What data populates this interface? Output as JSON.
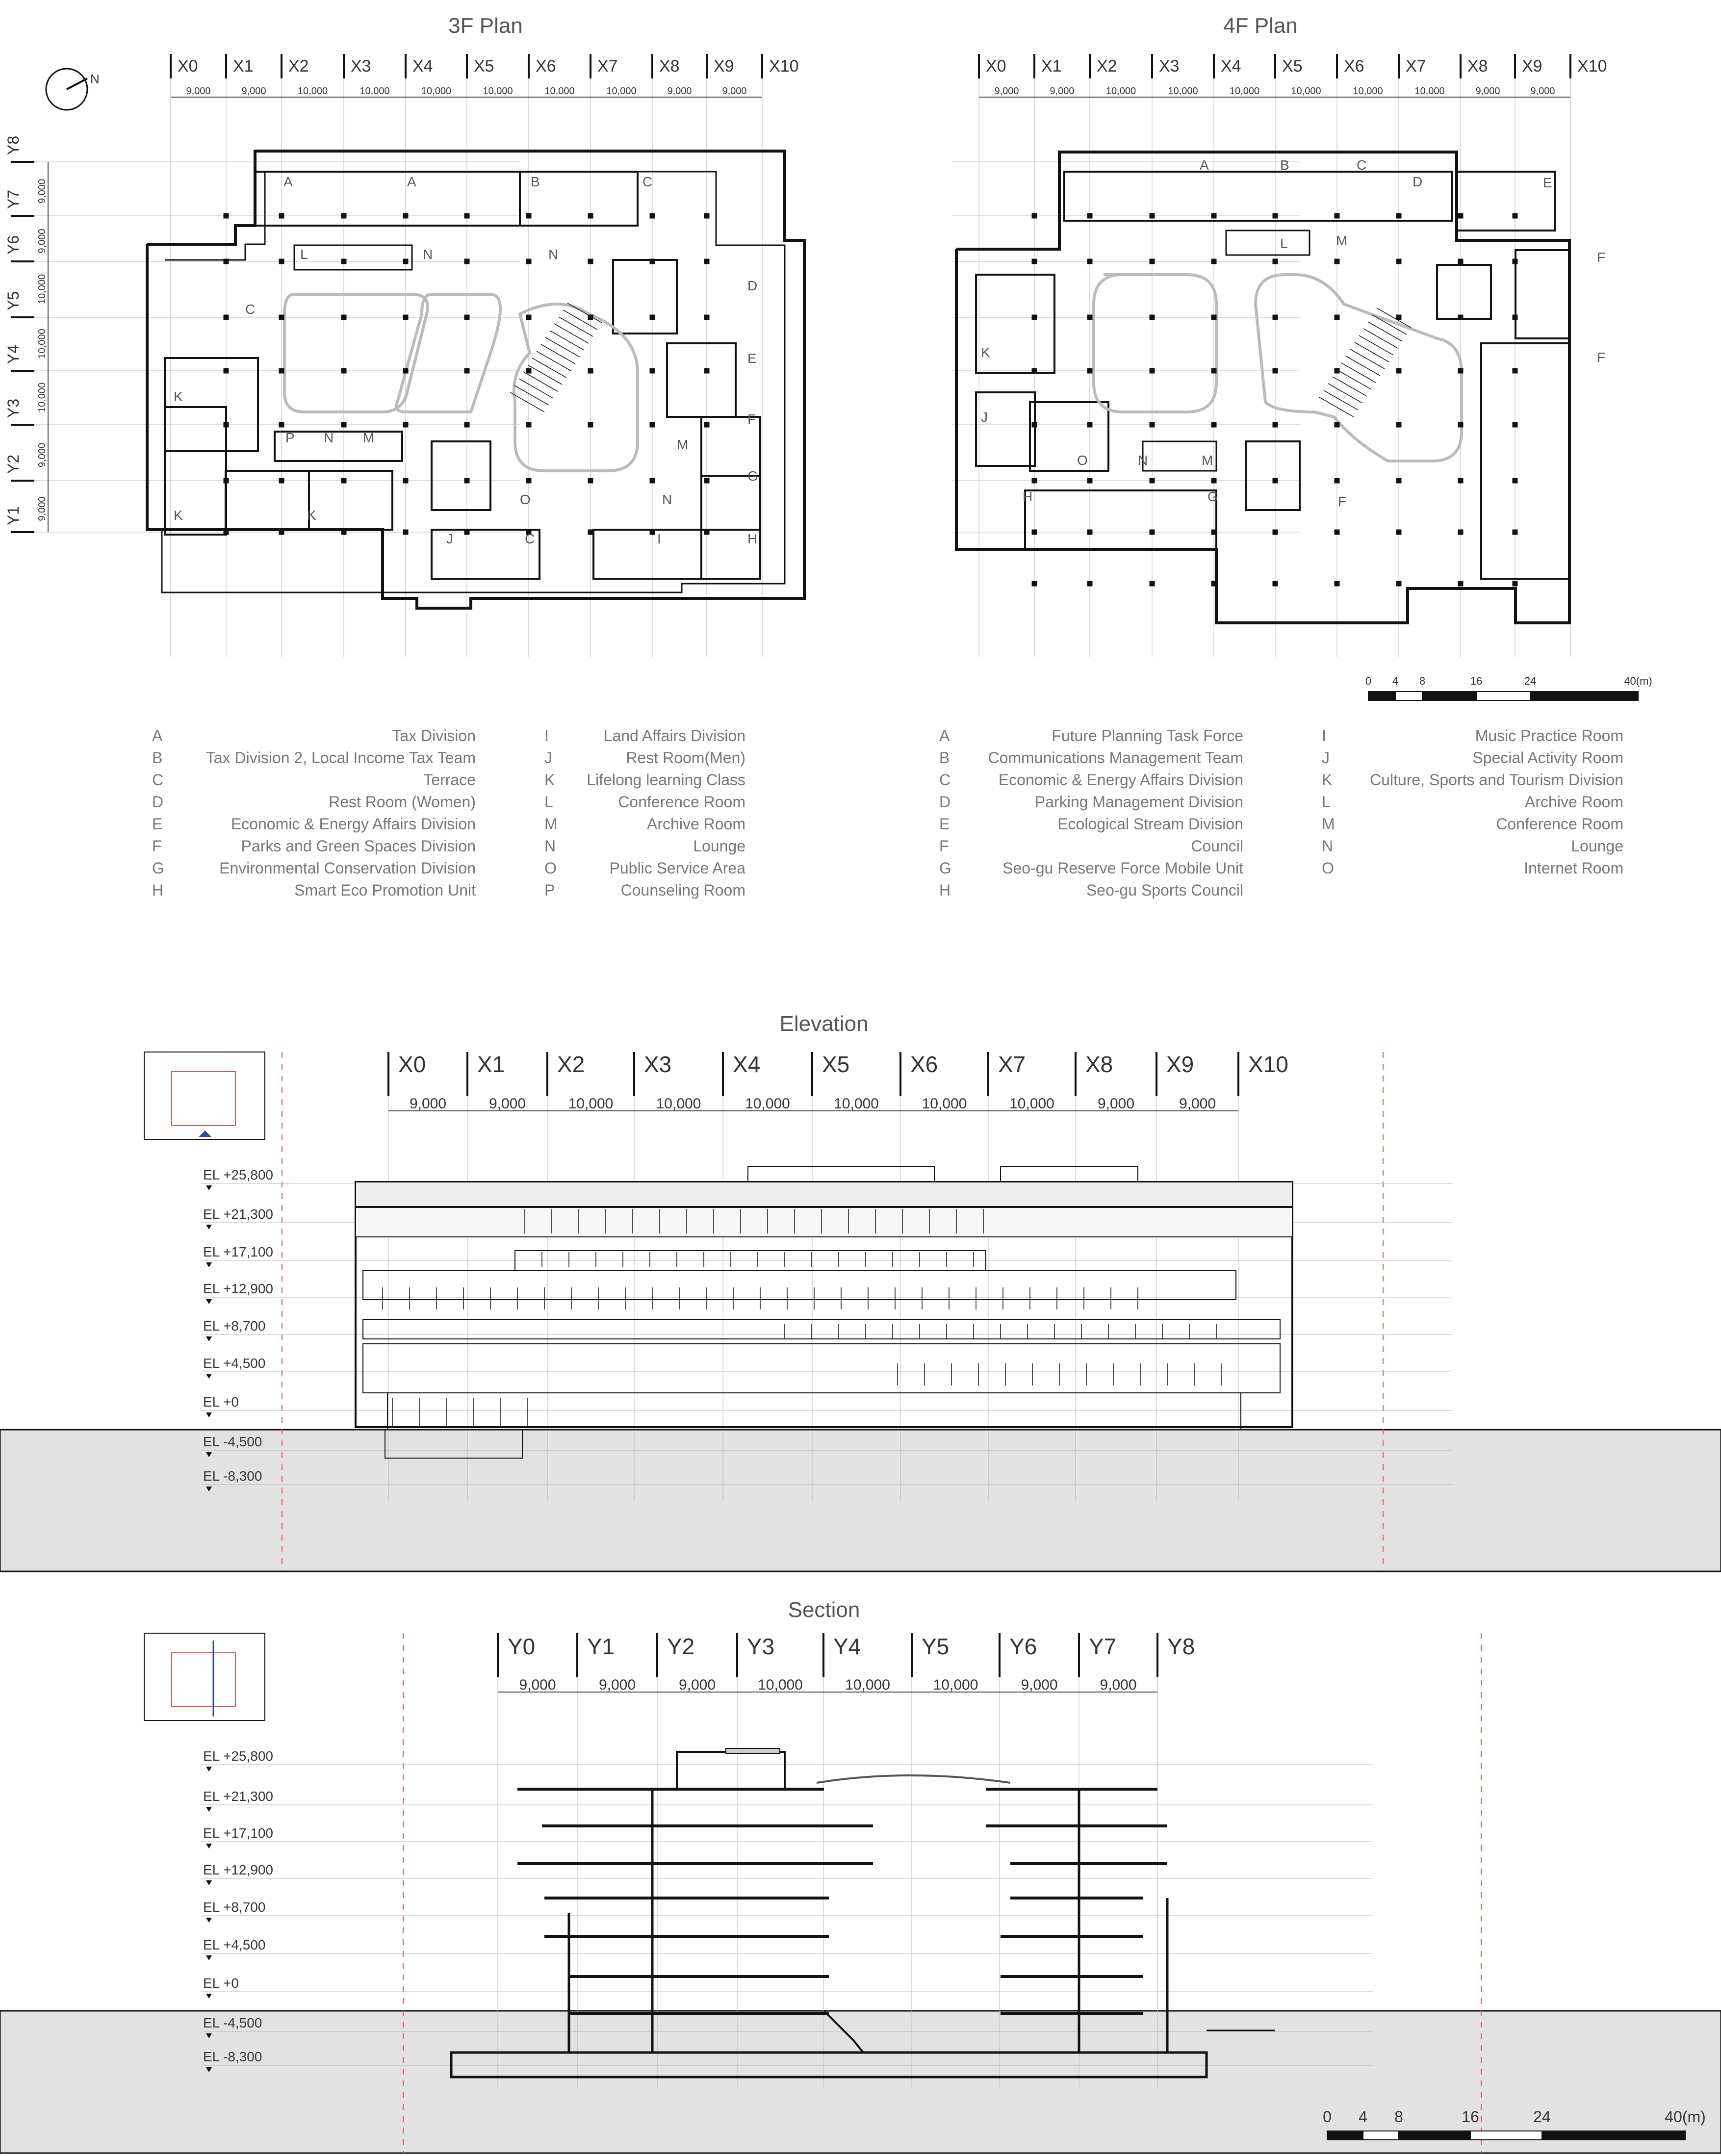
{
  "plans": {
    "plan_3f": {
      "title": "3F Plan"
    },
    "plan_4f": {
      "title": "4F Plan"
    },
    "x_axes": [
      "X0",
      "X1",
      "X2",
      "X3",
      "X4",
      "X5",
      "X6",
      "X7",
      "X8",
      "X9",
      "X10"
    ],
    "x_dims": [
      "9,000",
      "9,000",
      "10,000",
      "10,000",
      "10,000",
      "10,000",
      "10,000",
      "10,000",
      "9,000",
      "9,000"
    ],
    "y_axes": [
      "Y8",
      "Y7",
      "Y6",
      "Y5",
      "Y4",
      "Y3",
      "Y2",
      "Y1"
    ],
    "y_dims": [
      "9,000",
      "9,000",
      "10,000",
      "10,000",
      "10,000",
      "9,000",
      "9,000"
    ],
    "north_label": "N",
    "scale": {
      "ticks": [
        "0",
        "4",
        "8",
        "16",
        "24",
        "40(m)"
      ]
    }
  },
  "legend_3f_left": [
    {
      "k": "A",
      "v": "Tax Division"
    },
    {
      "k": "B",
      "v": "Tax Division 2, Local Income Tax Team"
    },
    {
      "k": "C",
      "v": "Terrace"
    },
    {
      "k": "D",
      "v": "Rest Room (Women)"
    },
    {
      "k": "E",
      "v": "Economic & Energy Affairs Division"
    },
    {
      "k": "F",
      "v": "Parks and Green Spaces Division"
    },
    {
      "k": "G",
      "v": "Environmental Conservation Division"
    },
    {
      "k": "H",
      "v": "Smart Eco Promotion Unit"
    }
  ],
  "legend_3f_right": [
    {
      "k": "I",
      "v": "Land Affairs Division"
    },
    {
      "k": "J",
      "v": "Rest Room(Men)"
    },
    {
      "k": "K",
      "v": "Lifelong learning Class"
    },
    {
      "k": "L",
      "v": "Conference Room"
    },
    {
      "k": "M",
      "v": "Archive Room"
    },
    {
      "k": "N",
      "v": "Lounge"
    },
    {
      "k": "O",
      "v": "Public Service Area"
    },
    {
      "k": "P",
      "v": "Counseling Room"
    }
  ],
  "legend_4f_left": [
    {
      "k": "A",
      "v": "Future Planning Task Force"
    },
    {
      "k": "B",
      "v": "Communications Management Team"
    },
    {
      "k": "C",
      "v": "Economic & Energy Affairs Division"
    },
    {
      "k": "D",
      "v": "Parking Management Division"
    },
    {
      "k": "E",
      "v": "Ecological Stream Division"
    },
    {
      "k": "F",
      "v": "Council"
    },
    {
      "k": "G",
      "v": "Seo-gu Reserve Force Mobile Unit"
    },
    {
      "k": "H",
      "v": "Seo-gu Sports Council"
    }
  ],
  "legend_4f_right": [
    {
      "k": "I",
      "v": "Music Practice Room"
    },
    {
      "k": "J",
      "v": "Special Activity Room"
    },
    {
      "k": "K",
      "v": "Culture, Sports and Tourism Division"
    },
    {
      "k": "L",
      "v": "Archive Room"
    },
    {
      "k": "M",
      "v": "Conference Room"
    },
    {
      "k": "N",
      "v": "Lounge"
    },
    {
      "k": "O",
      "v": "Internet Room"
    }
  ],
  "plan_room_tags_3f": [
    "A",
    "A",
    "B",
    "C",
    "L",
    "N",
    "N",
    "C",
    "D",
    "E",
    "K",
    "F",
    "P",
    "N",
    "M",
    "M",
    "G",
    "N",
    "O",
    "K",
    "K",
    "J",
    "C",
    "I",
    "H"
  ],
  "plan_room_tags_4f": [
    "A",
    "B",
    "C",
    "D",
    "E",
    "F",
    "F",
    "K",
    "L",
    "M",
    "O",
    "N",
    "M",
    "H",
    "G",
    "J",
    "F"
  ],
  "elevation": {
    "title": "Elevation",
    "axes": [
      "X0",
      "X1",
      "X2",
      "X3",
      "X4",
      "X5",
      "X6",
      "X7",
      "X8",
      "X9",
      "X10"
    ],
    "dims": [
      "9,000",
      "9,000",
      "10,000",
      "10,000",
      "10,000",
      "10,000",
      "10,000",
      "10,000",
      "9,000",
      "9,000"
    ],
    "levels": [
      "EL +25,800",
      "EL +21,300",
      "EL +17,100",
      "EL +12,900",
      "EL +8,700",
      "EL +4,500",
      "EL +0",
      "EL -4,500",
      "EL -8,300"
    ]
  },
  "section": {
    "title": "Section",
    "axes": [
      "Y0",
      "Y1",
      "Y2",
      "Y3",
      "Y4",
      "Y5",
      "Y6",
      "Y7",
      "Y8"
    ],
    "dims": [
      "9,000",
      "9,000",
      "9,000",
      "10,000",
      "10,000",
      "10,000",
      "9,000",
      "9,000"
    ],
    "levels": [
      "EL +25,800",
      "EL +21,300",
      "EL +17,100",
      "EL +12,900",
      "EL +8,700",
      "EL +4,500",
      "EL +0",
      "EL -4,500",
      "EL -8,300"
    ],
    "scale_ticks": [
      "0",
      "4",
      "8",
      "16",
      "24",
      "40(m)"
    ]
  },
  "colors": {
    "line": "#111111",
    "grid": "#bbbbbb",
    "ground": "#e2e2e2",
    "red": "#e05050",
    "text": "#333333",
    "legend": "#777777"
  }
}
